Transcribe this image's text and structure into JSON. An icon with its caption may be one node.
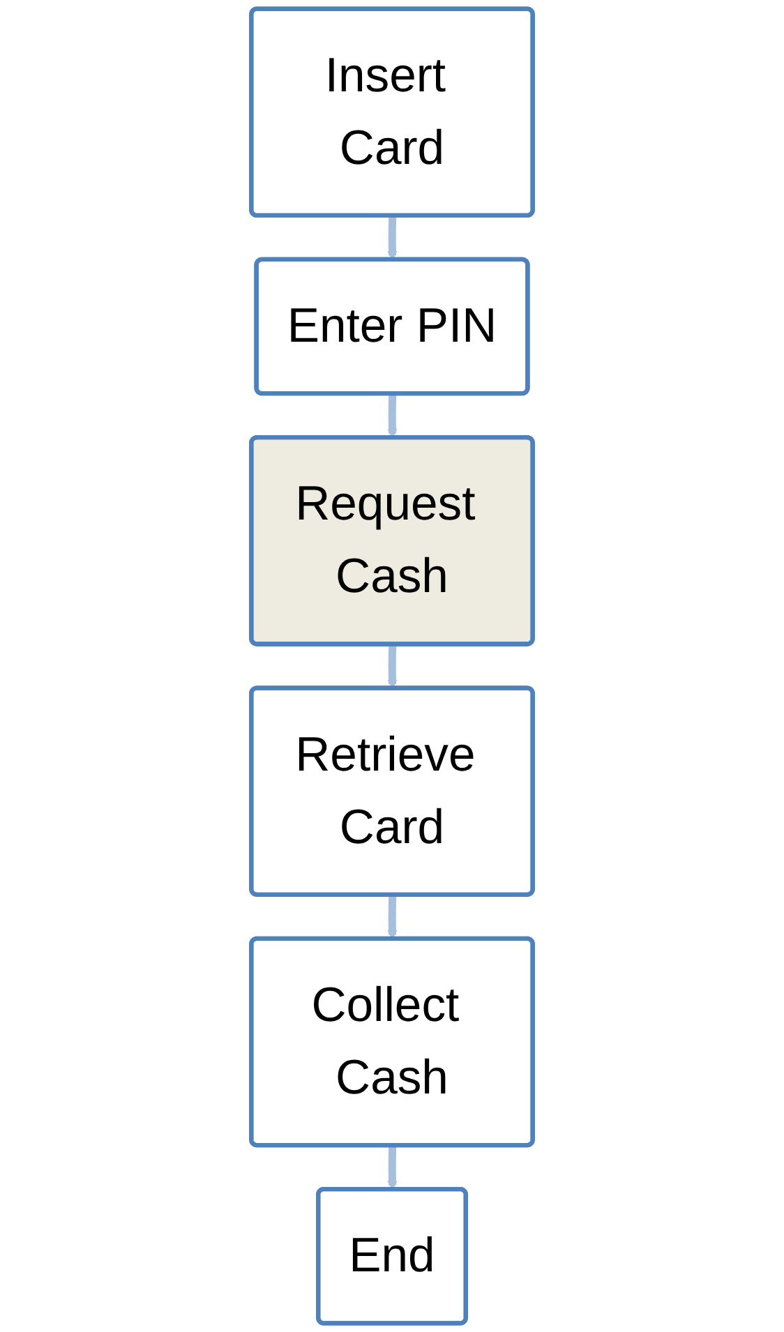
{
  "diagram": {
    "nodes": [
      {
        "text": [
          "Insert Card"
        ]
      },
      {
        "text": [
          "Enter PIN"
        ]
      },
      {
        "text": [
          "Request Cash"
        ]
      },
      {
        "text": [
          "Retrieve Card"
        ]
      },
      {
        "text": [
          "Collect Cash"
        ]
      },
      {
        "text": [
          "End"
        ]
      }
    ],
    "edges": [
      {
        "from": 0,
        "to": 1,
        "arrow": "to"
      },
      {
        "from": 1,
        "to": 2,
        "arrow": "to"
      },
      {
        "from": 2,
        "to": 3,
        "arrow": "to"
      },
      {
        "from": 3,
        "to": 4,
        "arrow": "to"
      },
      {
        "from": 4,
        "to": 5,
        "arrow": "to"
      }
    ]
  }
}
